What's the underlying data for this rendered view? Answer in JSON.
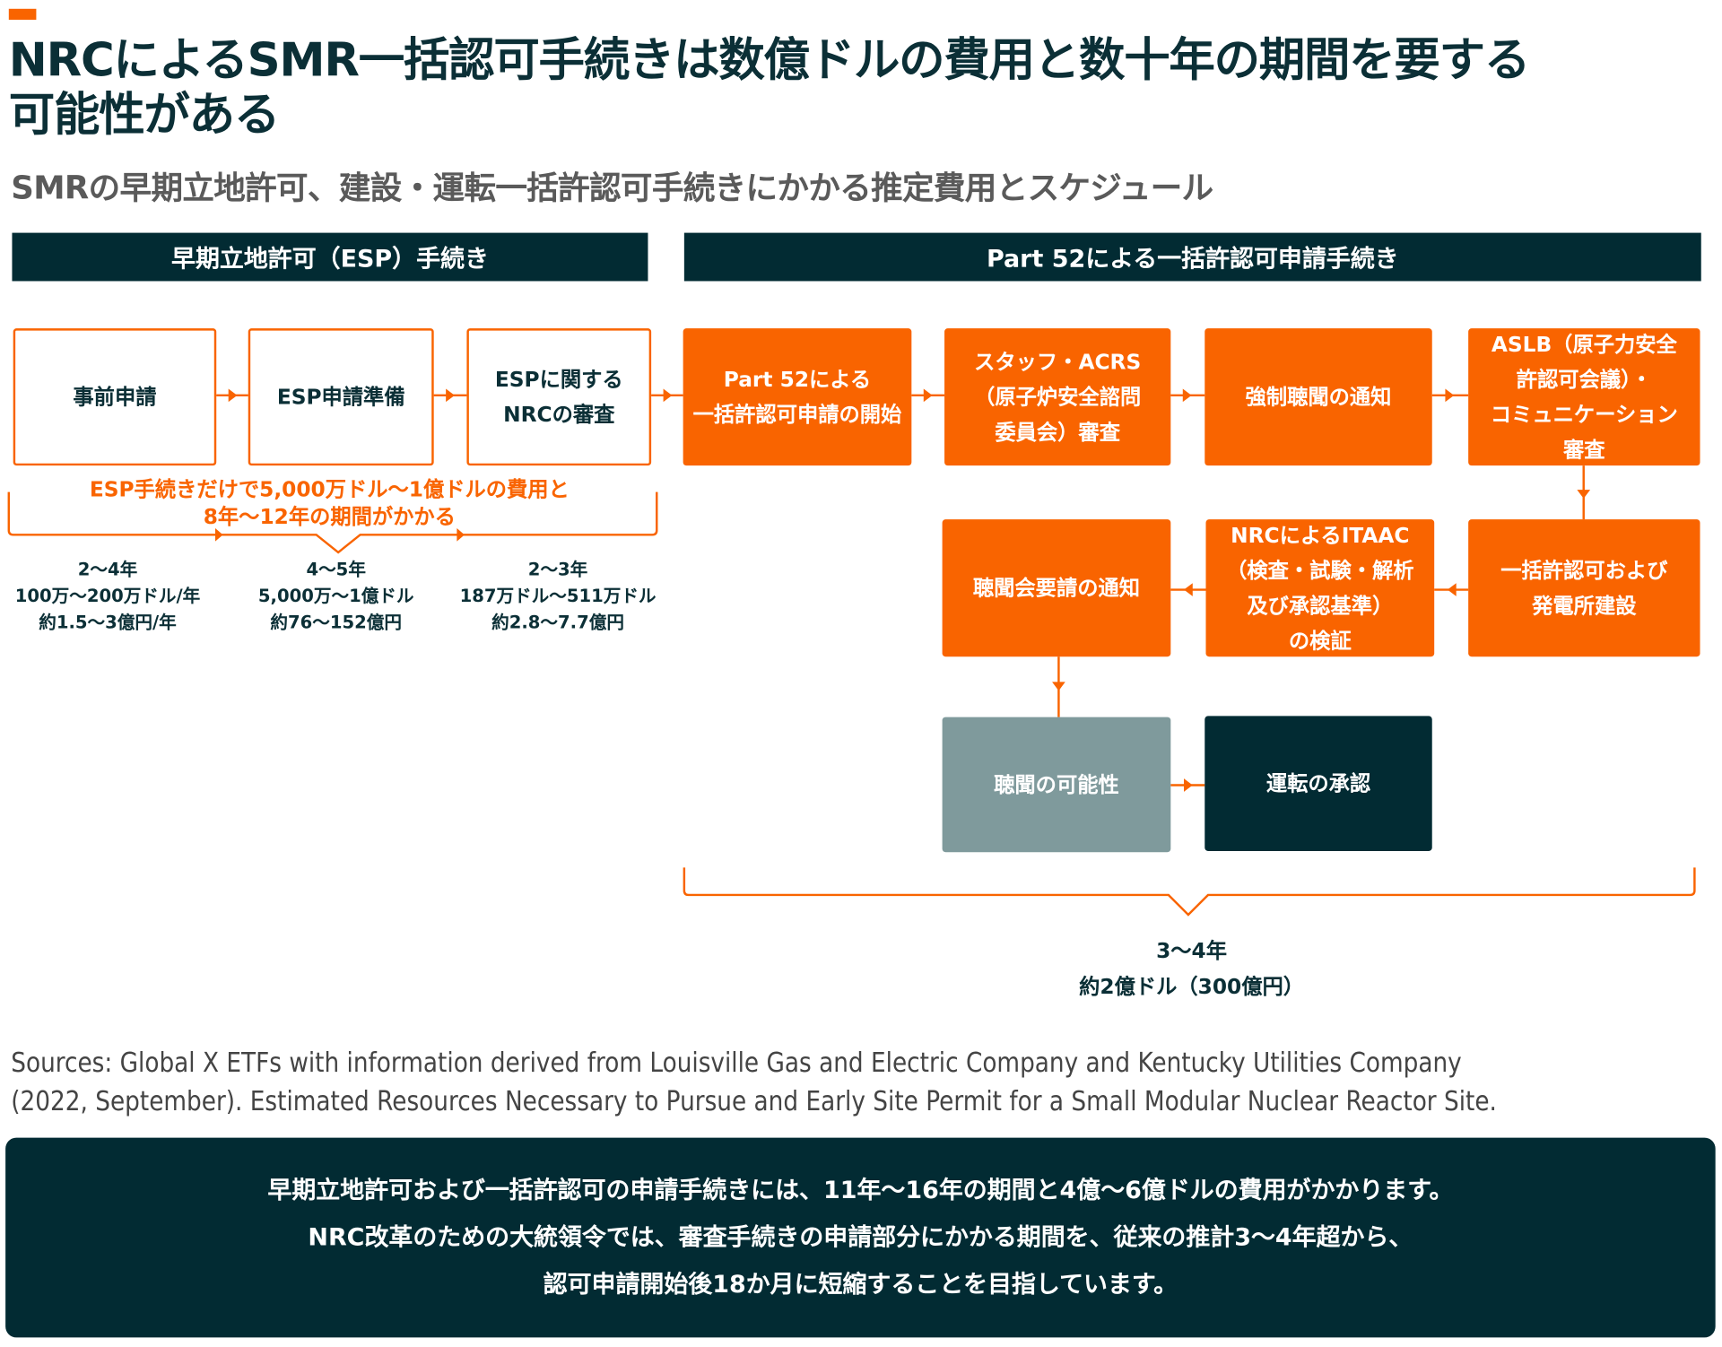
{
  "title": {
    "line1": "NRCによるSMR一括認可手続きは数億ドルの費用と数十年の期間を要する",
    "line2": "可能性がある"
  },
  "subtitle": "SMRの早期立地許可、建設・運転一括許認可手続きにかかる推定費用とスケジュール",
  "headers": {
    "esp": "早期立地許可（ESP）手続き",
    "part52": "Part 52による一括許認可申請手続き"
  },
  "esp_steps": [
    {
      "l1": "事前申請",
      "l2": ""
    },
    {
      "l1": "ESP申請準備",
      "l2": ""
    },
    {
      "l1": "ESPに関する",
      "l2": "NRCの審査"
    }
  ],
  "esp_summary": {
    "l1": "ESP手続きだけで5,000万ドル～1億ドルの費用と",
    "l2": "8年～12年の期間がかかる"
  },
  "esp_notes": [
    {
      "l1": "2～4年",
      "l2": "100万～200万ドル/年",
      "l3": "約1.5～3億円/年"
    },
    {
      "l1": "4～5年",
      "l2": "5,000万～1億ドル",
      "l3": "約76～152億円"
    },
    {
      "l1": "2～3年",
      "l2": "187万ドル～511万ドル",
      "l3": "約2.8～7.7億円"
    }
  ],
  "part52_steps": [
    {
      "l1": "Part 52による",
      "l2": "一括許認可申請の開始",
      "l3": "",
      "l4": ""
    },
    {
      "l1": "スタッフ・ACRS",
      "l2": "（原子炉安全諮問",
      "l3": "委員会）審査",
      "l4": ""
    },
    {
      "l1": "強制聴聞の通知",
      "l2": "",
      "l3": "",
      "l4": ""
    },
    {
      "l1": "ASLB（原子力安全",
      "l2": "許認可会議）・",
      "l3": "コミュニケーション",
      "l4": "審査"
    },
    {
      "l1": "一括許認可および",
      "l2": "発電所建設",
      "l3": "",
      "l4": ""
    },
    {
      "l1": "NRCによるITAAC",
      "l2": "（検査・試験・解析",
      "l3": "及び承認基準）",
      "l4": "の検証"
    },
    {
      "l1": "聴聞会要請の通知",
      "l2": "",
      "l3": "",
      "l4": ""
    },
    {
      "l1": "聴聞の可能性",
      "l2": "",
      "l3": "",
      "l4": ""
    },
    {
      "l1": "運転の承認",
      "l2": "",
      "l3": "",
      "l4": ""
    }
  ],
  "part52_summary": {
    "l1": "3～4年",
    "l2": "約2億ドル（300億円）"
  },
  "sources": {
    "l1": "Sources: Global X ETFs with information derived from Louisville Gas and Electric Company and Kentucky Utilities Company",
    "l2": "(2022, September). Estimated Resources Necessary to Pursue and Early Site Permit for a Small Modular Nuclear Reactor Site."
  },
  "summary": {
    "l1": "早期立地許可および一括許認可の申請手続きには、11年～16年の期間と4億～6億ドルの費用がかかります。",
    "l2": "NRC改革のための大統領令では、審査手続きの申請部分にかかる期間を、従来の推計3～4年超から、",
    "l3": "認可申請開始後18か月に短縮することを目指しています。"
  },
  "colors": {
    "orange": "#f96400",
    "dark": "#022b33",
    "gray": "#7f9a9c"
  }
}
